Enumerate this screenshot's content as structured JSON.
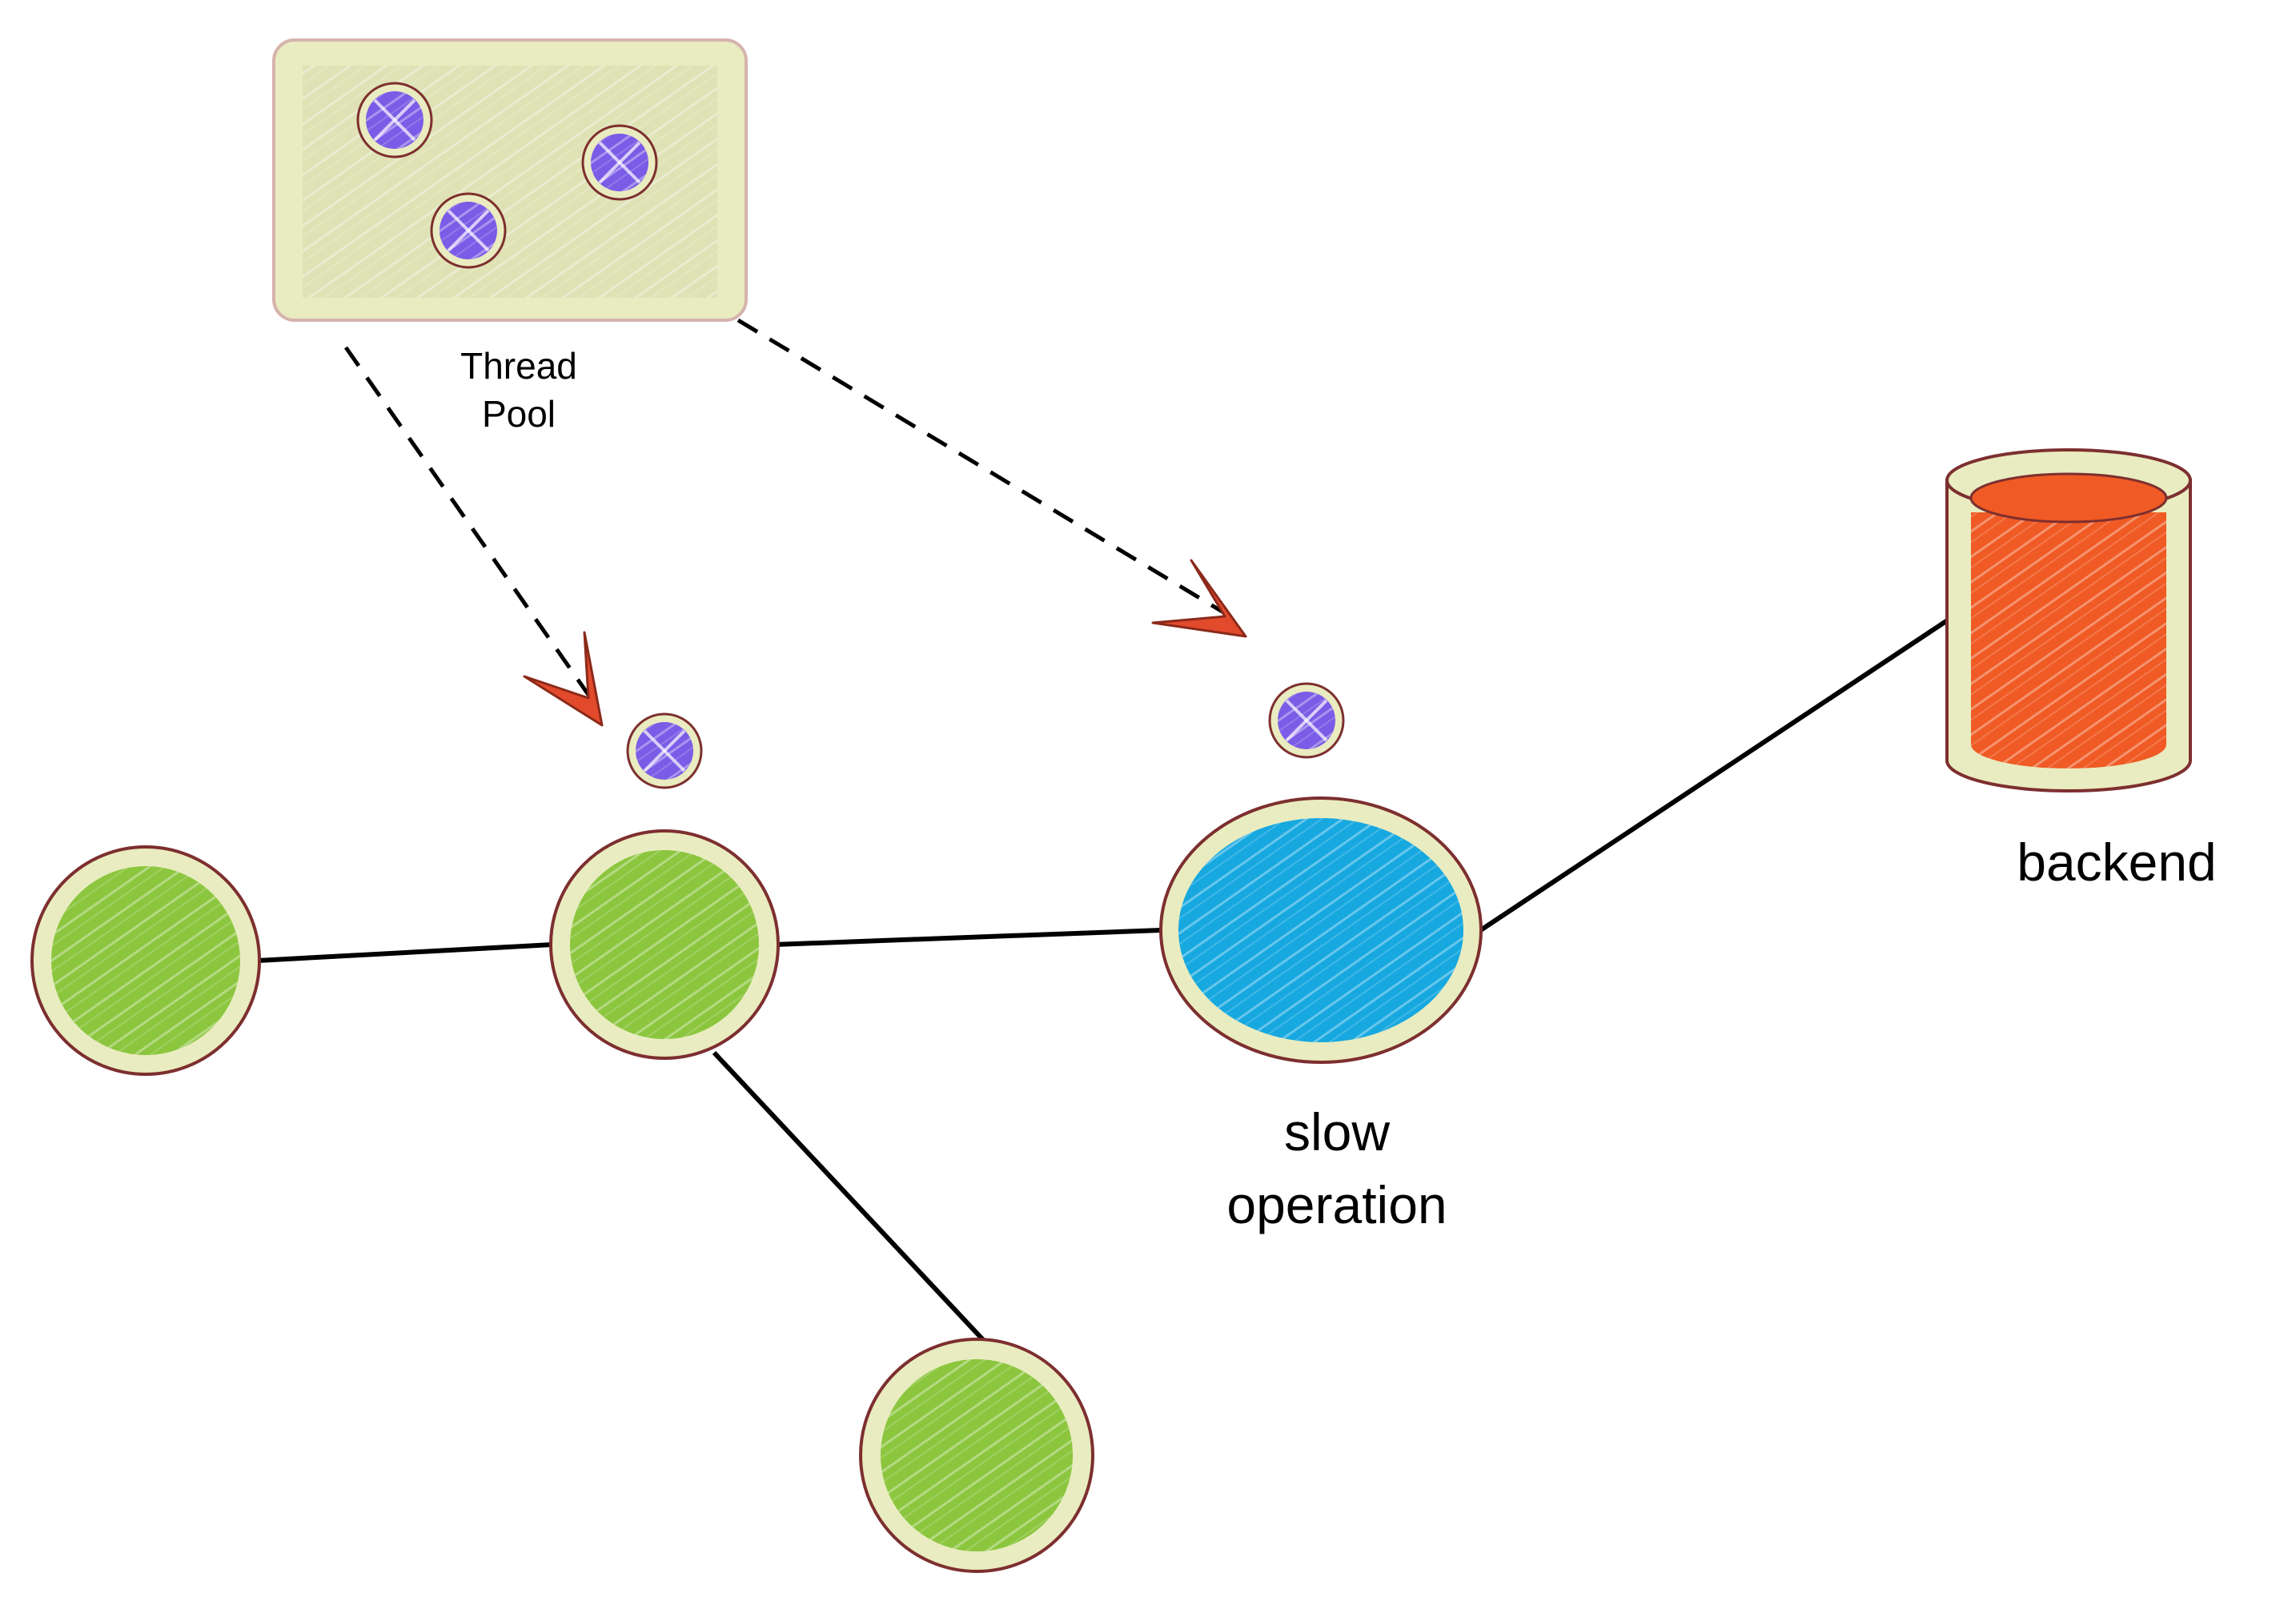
{
  "labels": {
    "thread_pool_line1": "Thread",
    "thread_pool_line2": "Pool",
    "slow_line1": "slow",
    "slow_line2": "operation",
    "backend": "backend"
  },
  "colors": {
    "pool_fill": "#dfe2b5",
    "pool_border": "#d6b3ad",
    "node_ring": "#e9ecc0",
    "node_outline": "#7d2f2f",
    "green_node": "#8cc63f",
    "blue_node": "#17a8e0",
    "thread": "#7a5ce6",
    "backend": "#f05a24",
    "arrowhead": "#e24a2c",
    "arrowhead_outline": "#8b2a1a",
    "edge": "#000000"
  },
  "icons": {
    "thread": "thread-circle-icon",
    "backend": "database-cylinder-icon",
    "arrowhead": "arrowhead-icon"
  }
}
